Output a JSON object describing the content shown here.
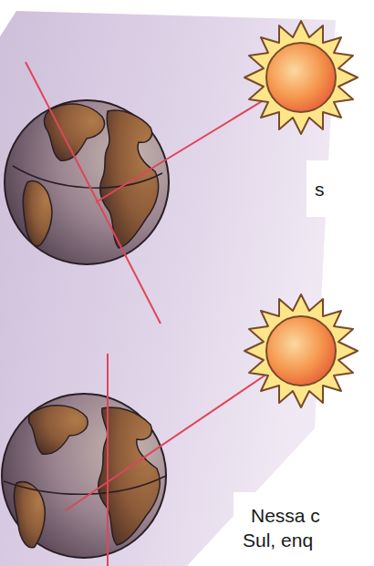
{
  "diagram": {
    "labels": [
      "s",
      "Nessa c",
      "Sul, enq"
    ]
  }
}
